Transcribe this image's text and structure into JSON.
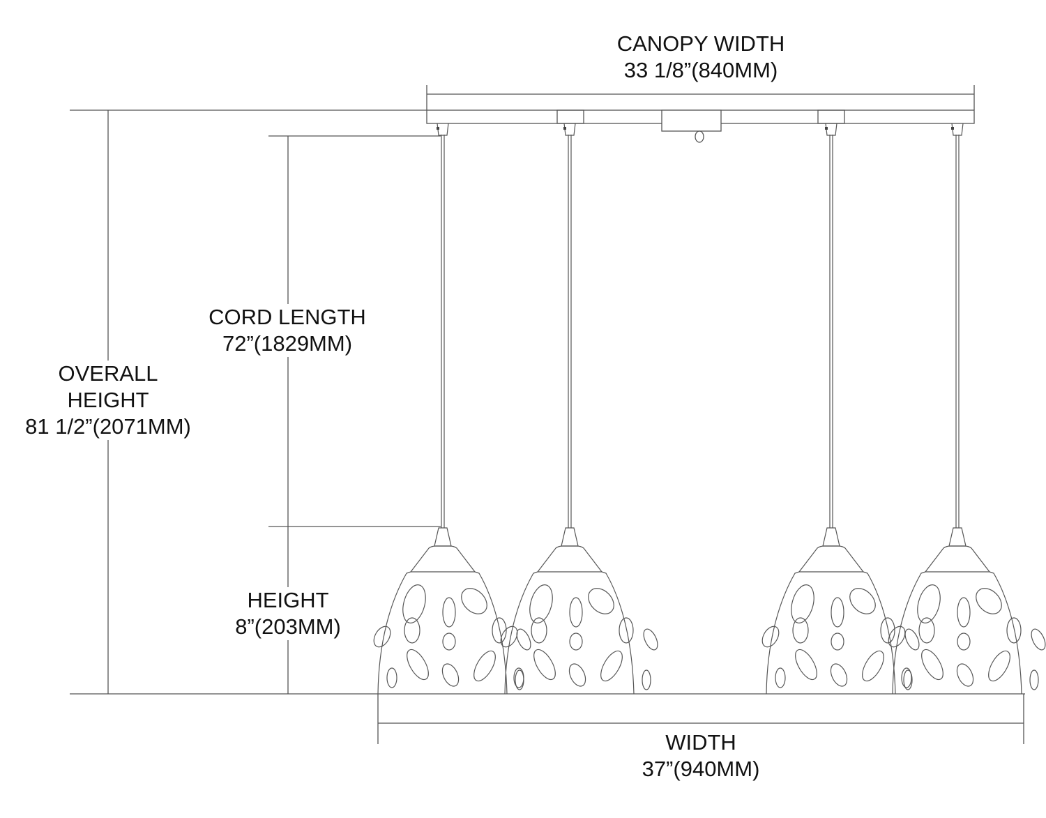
{
  "diagram": {
    "title": "Pendant Fixture Dimension Drawing",
    "fixture_count": 4,
    "line_color": "#555555",
    "text_color": "#111111"
  },
  "dimensions": {
    "canopy_width": {
      "label": "CANOPY WIDTH",
      "value": "33 1/8”(840MM)"
    },
    "cord_length": {
      "label": "CORD LENGTH",
      "value": "72”(1829MM)"
    },
    "overall_height": {
      "label_line1": "OVERALL",
      "label_line2": "HEIGHT",
      "value": "81 1/2”(2071MM)"
    },
    "height": {
      "label": "HEIGHT",
      "value": "8”(203MM)"
    },
    "width": {
      "label": "WIDTH",
      "value": "37”(940MM)"
    }
  }
}
